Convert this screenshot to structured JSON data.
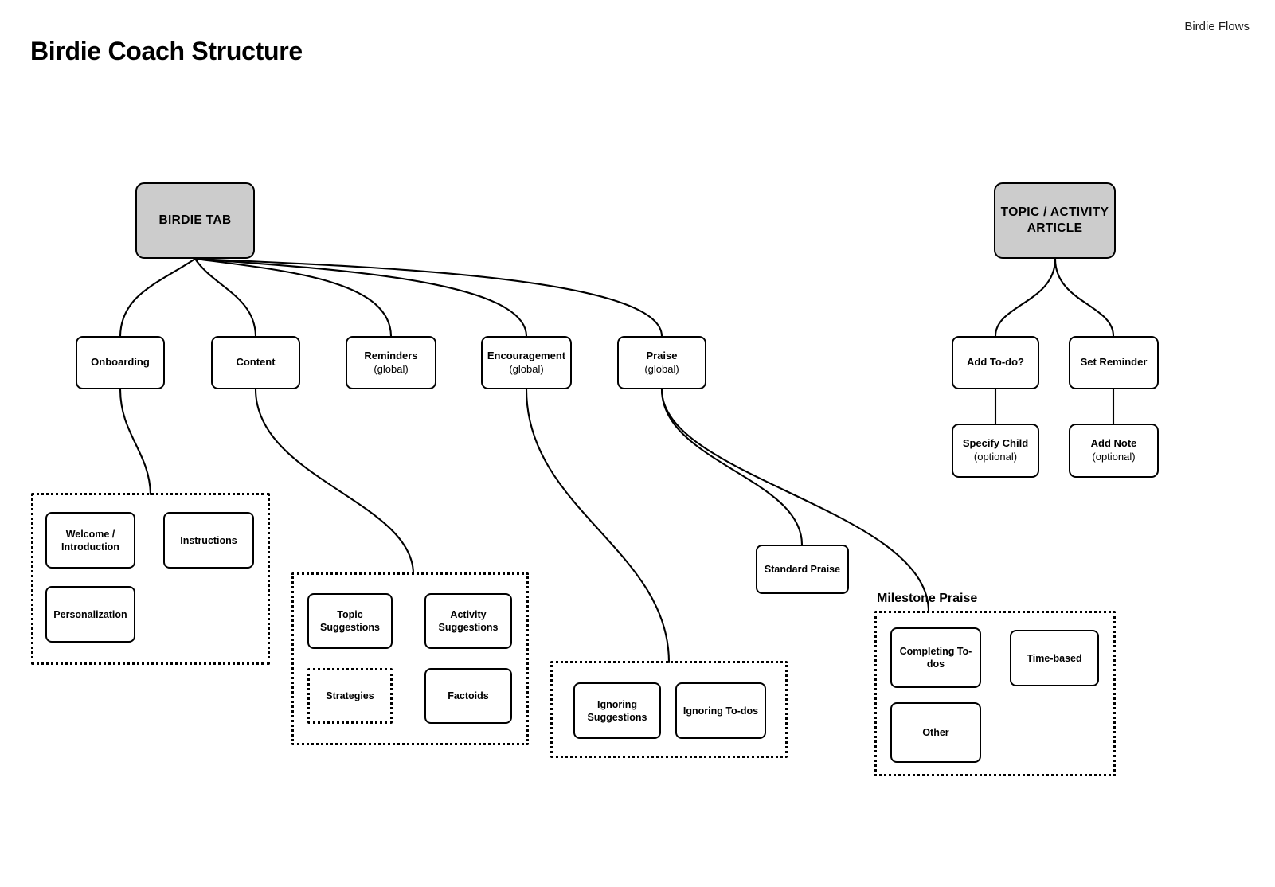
{
  "document": {
    "title": "Birdie Coach Structure",
    "corner_label": "Birdie Flows"
  },
  "colors": {
    "root_fill": "#cccccc",
    "stroke": "#000000",
    "background": "#ffffff"
  },
  "nodes": {
    "birdie_tab": "BIRDIE TAB",
    "topic_activity_article": "TOPIC / ACTIVITY ARTICLE",
    "onboarding": "Onboarding",
    "content": "Content",
    "reminders": "Reminders",
    "reminders_sub": "(global)",
    "encouragement": "Encouragement",
    "encouragement_sub": "(global)",
    "praise": "Praise",
    "praise_sub": "(global)",
    "welcome_introduction": "Welcome / Introduction",
    "instructions": "Instructions",
    "personalization": "Personalization",
    "topic_suggestions": "Topic Suggestions",
    "activity_suggestions": "Activity Suggestions",
    "strategies": "Strategies",
    "factoids": "Factoids",
    "ignoring_suggestions": "Ignoring Suggestions",
    "ignoring_todos": "Ignoring To-dos",
    "standard_praise": "Standard Praise",
    "completing_todos": "Completing To-dos",
    "time_based": "Time-based",
    "other": "Other",
    "add_todo": "Add To-do?",
    "set_reminder": "Set Reminder",
    "specify_child": "Specify Child",
    "specify_child_sub": "(optional)",
    "add_note": "Add Note",
    "add_note_sub": "(optional)"
  },
  "group_labels": {
    "milestone_praise": "Milestone Praise"
  }
}
